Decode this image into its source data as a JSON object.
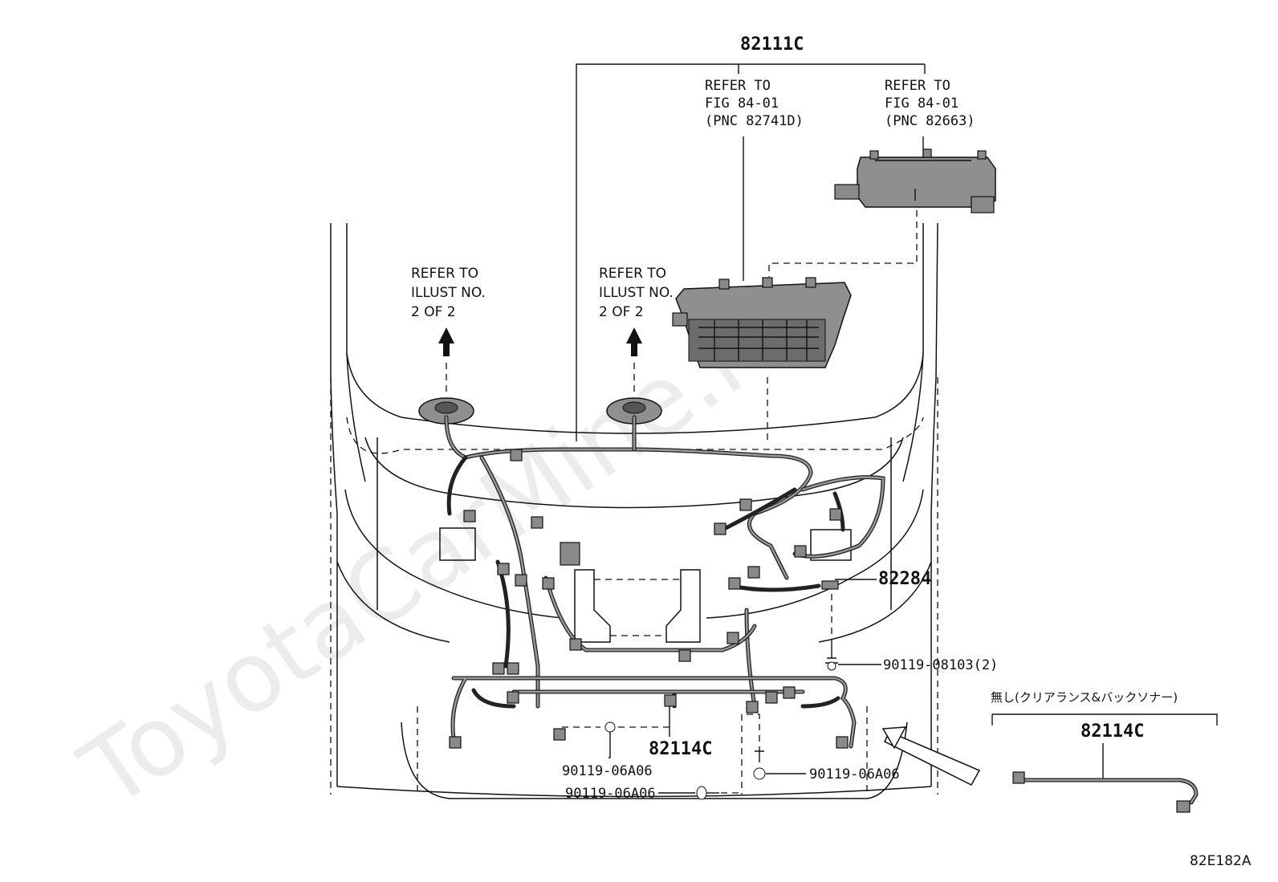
{
  "watermark": "ToyotaCarMine.ru",
  "labels": {
    "main_harness": "82111C",
    "refer_fig_a": [
      "REFER TO",
      "FIG 84-01",
      "(PNC 82741D)"
    ],
    "refer_fig_b": [
      "REFER TO",
      "FIG 84-01",
      "(PNC 82663)"
    ],
    "refer_illust_left": [
      "REFER TO",
      "ILLUST NO.",
      "2 OF 2"
    ],
    "refer_illust_right": [
      "REFER TO",
      "ILLUST NO.",
      "2 OF 2"
    ],
    "wire_82284": "82284",
    "bolt_08103": "90119-08103(2)",
    "bolt_06a06_right": "90119-06A06",
    "bolt_06a06_left": "90119-06A06",
    "bolt_06a06_bottom": "90119-06A06",
    "bumper_harness": "82114C",
    "inset_title": "無し(クリアランス&バックソナー)",
    "inset_part": "82114C",
    "diagram_code": "82E182A"
  }
}
